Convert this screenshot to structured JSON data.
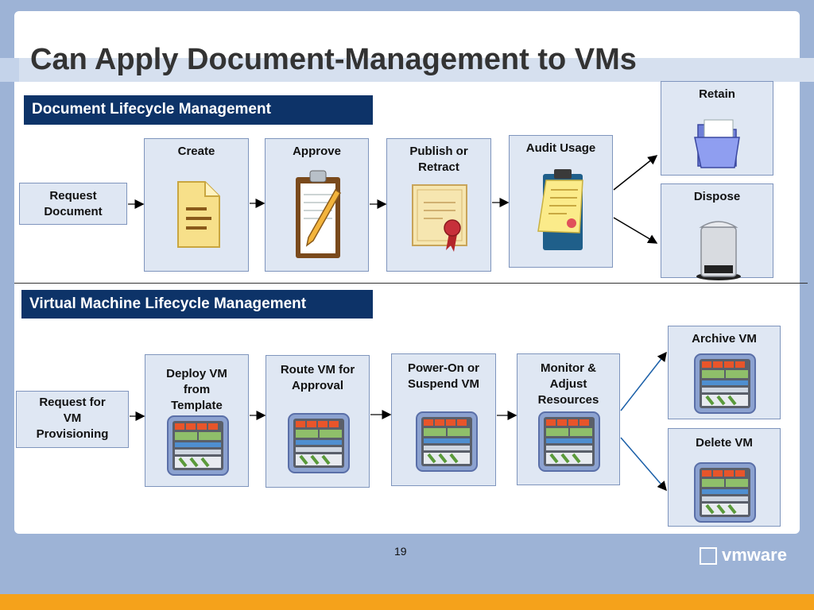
{
  "slide": {
    "title": "Can Apply Document-Management to VMs",
    "page_number": "19",
    "logo_text": "vmware"
  },
  "doc_section": {
    "header": "Document Lifecycle Management",
    "request": "Request\nDocument",
    "steps": [
      {
        "label": "Create",
        "icon": "document-icon"
      },
      {
        "label": "Approve",
        "icon": "clipboard-pencil-icon"
      },
      {
        "label": "Publish or\nRetract",
        "icon": "certificate-icon"
      },
      {
        "label": "Audit Usage",
        "icon": "audit-clipboard-icon"
      }
    ],
    "retain": {
      "label": "Retain",
      "icon": "folder-icon"
    },
    "dispose": {
      "label": "Dispose",
      "icon": "trash-can-icon"
    }
  },
  "vm_section": {
    "header": "Virtual Machine Lifecycle Management",
    "request": "Request for\nVM\nProvisioning",
    "steps": [
      {
        "label": "Deploy VM\nfrom\nTemplate",
        "icon": "vm-icon"
      },
      {
        "label": "Route VM for\nApproval",
        "icon": "vm-icon"
      },
      {
        "label": "Power-On or\nSuspend VM",
        "icon": "vm-icon"
      },
      {
        "label": "Monitor &\nAdjust\nResources",
        "icon": "vm-icon"
      }
    ],
    "archive": {
      "label": "Archive VM",
      "icon": "vm-icon"
    },
    "delete": {
      "label": "Delete VM",
      "icon": "vm-icon"
    }
  },
  "colors": {
    "header_bg": "#0d3368",
    "box_bg": "#dfe7f3",
    "slide_bg": "#9db3d6",
    "accent_orange": "#f5a21b"
  }
}
